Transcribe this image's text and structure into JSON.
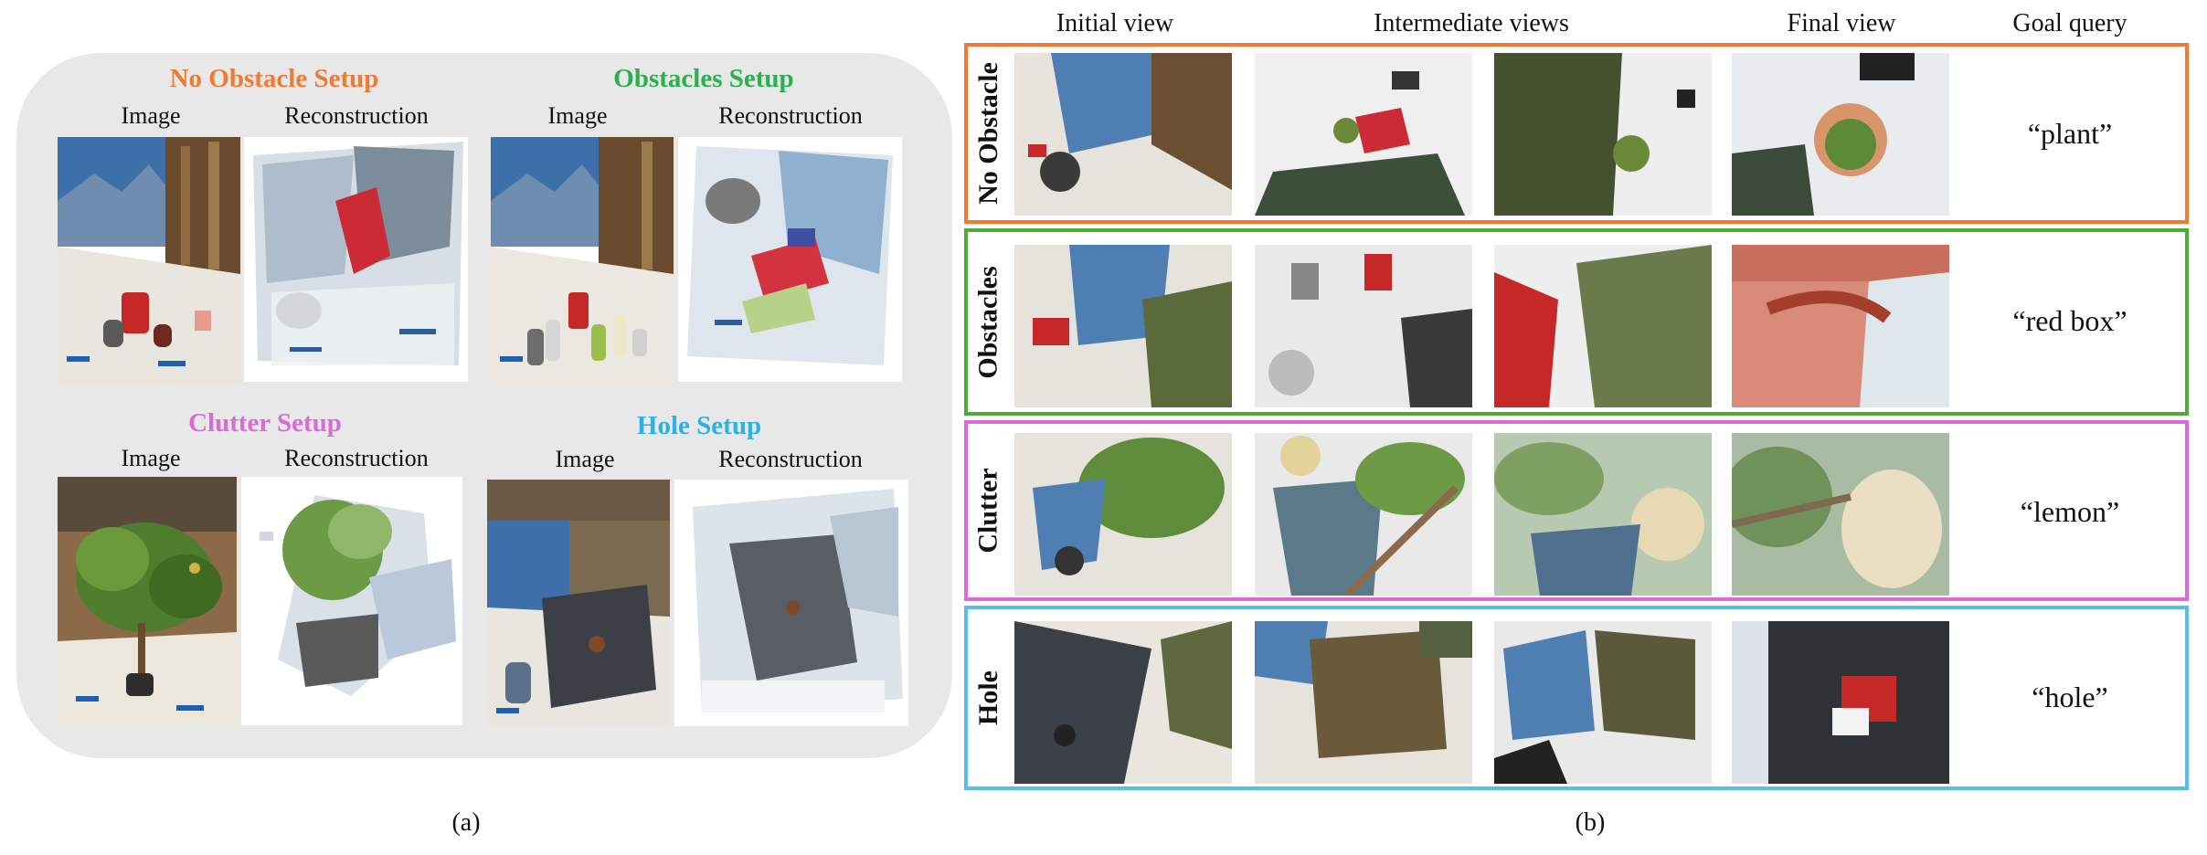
{
  "panel_a": {
    "setups": [
      {
        "title": "No Obstacle Setup",
        "color": "#f07a34",
        "image_label": "Image",
        "recon_label": "Reconstruction"
      },
      {
        "title": "Obstacles Setup",
        "color": "#2bb04f",
        "image_label": "Image",
        "recon_label": "Reconstruction"
      },
      {
        "title": "Clutter Setup",
        "color": "#d96ad6",
        "image_label": "Image",
        "recon_label": "Reconstruction"
      },
      {
        "title": "Hole Setup",
        "color": "#2cb0e6",
        "image_label": "Image",
        "recon_label": "Reconstruction"
      }
    ],
    "caption": "(a)"
  },
  "panel_b": {
    "headers": {
      "initial": "Initial view",
      "intermediate": "Intermediate views",
      "final": "Final view",
      "goal": "Goal query"
    },
    "rows": [
      {
        "label": "No Obstacle",
        "query": "“plant”",
        "color": "#f07a34"
      },
      {
        "label": "Obstacles",
        "query": "“red box”",
        "color": "#4daa3c"
      },
      {
        "label": "Clutter",
        "query": "“lemon”",
        "color": "#d96ad6"
      },
      {
        "label": "Hole",
        "query": "“hole”",
        "color": "#5bbde3"
      }
    ],
    "caption": "(b)"
  }
}
